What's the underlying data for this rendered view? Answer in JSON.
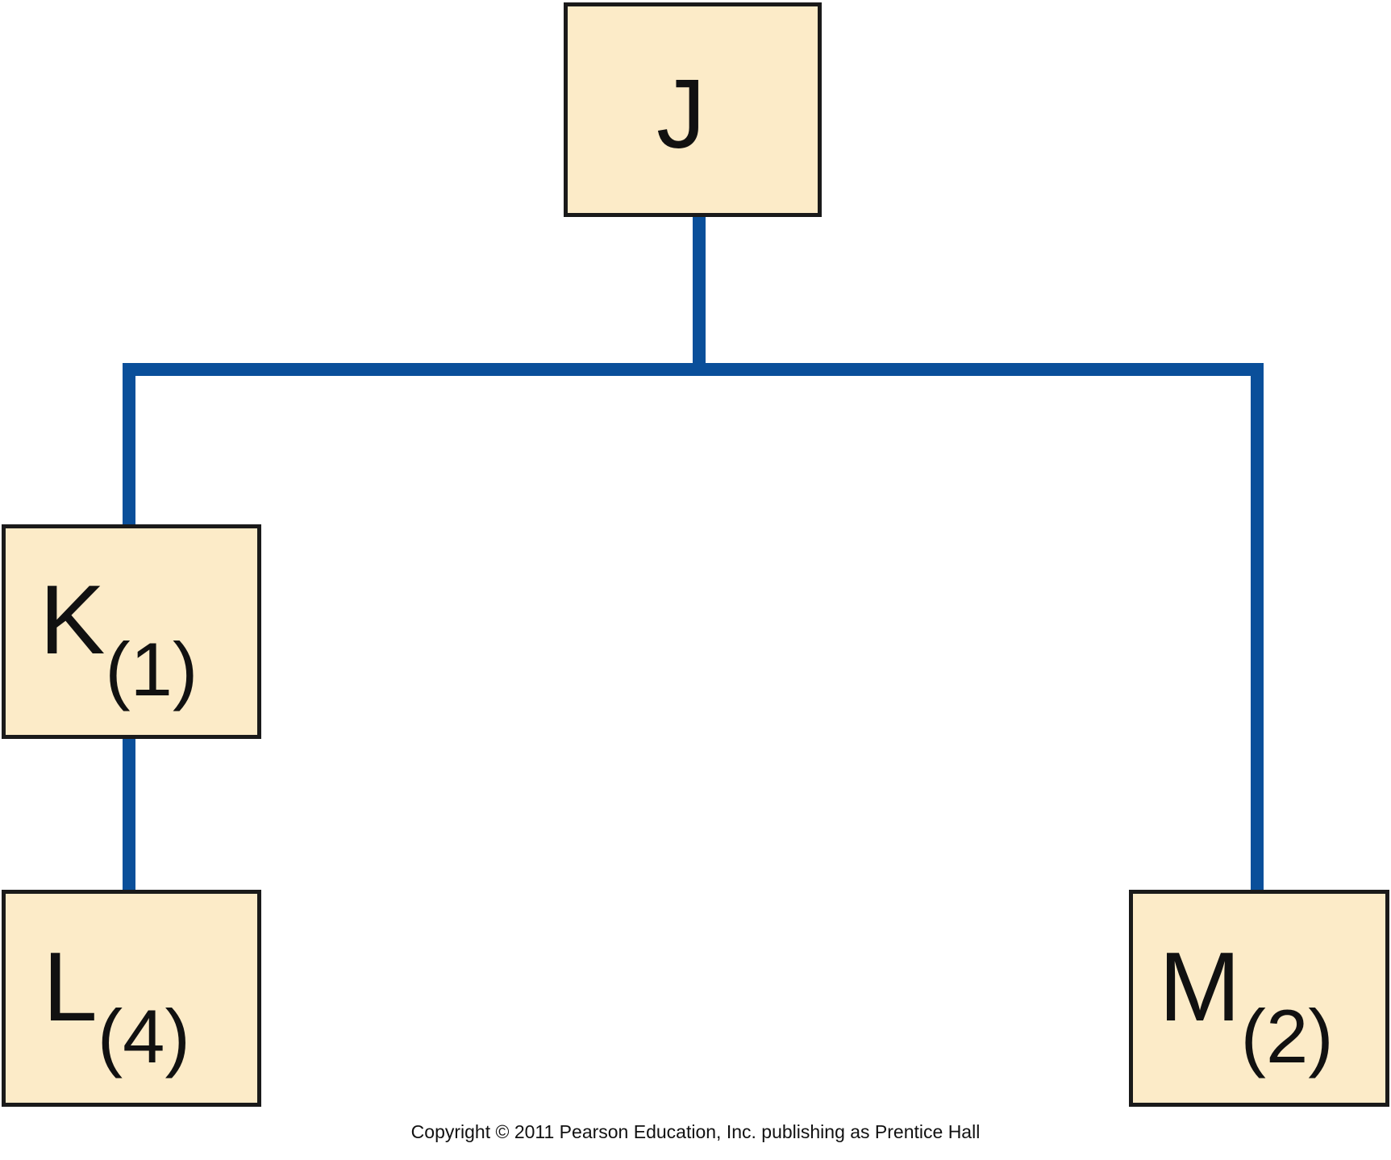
{
  "diagram": {
    "type": "hierarchy",
    "nodes": [
      {
        "id": "J",
        "letter": "J",
        "subscript": ""
      },
      {
        "id": "K",
        "letter": "K",
        "subscript": "(1)"
      },
      {
        "id": "L",
        "letter": "L",
        "subscript": "(4)"
      },
      {
        "id": "M",
        "letter": "M",
        "subscript": "(2)"
      }
    ],
    "edges": [
      {
        "from": "J",
        "to": "K"
      },
      {
        "from": "J",
        "to": "M"
      },
      {
        "from": "K",
        "to": "L"
      }
    ],
    "colors": {
      "node_fill": "#fcebc8",
      "node_border": "#1a1a1a",
      "connector": "#0a4f9a"
    }
  },
  "footer": {
    "copyright": "Copyright © 2011 Pearson Education, Inc. publishing as Prentice Hall"
  }
}
